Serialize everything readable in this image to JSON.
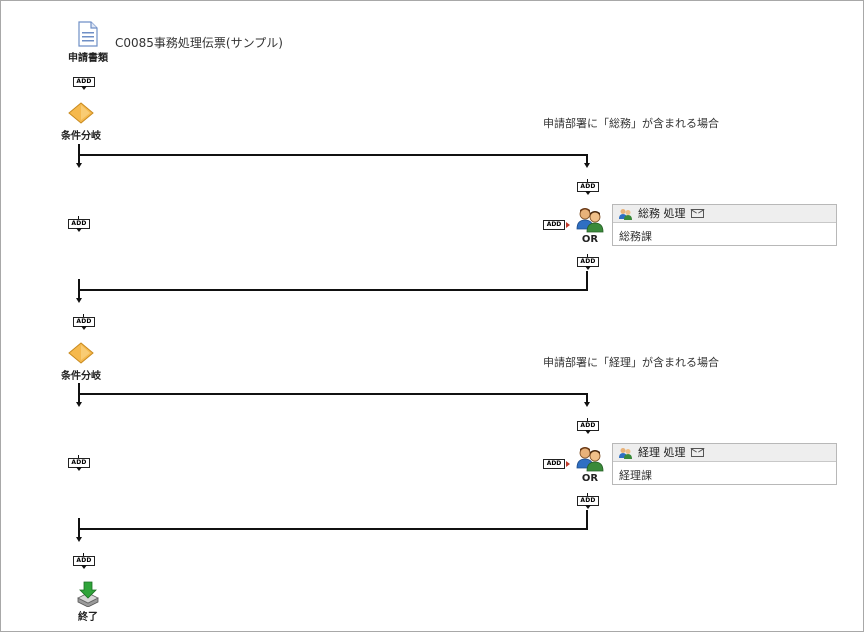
{
  "document": {
    "label": "申請書類",
    "title": "C0085事務処理伝票(サンプル)"
  },
  "add_label": "ADD",
  "branches": [
    {
      "node_label": "条件分岐",
      "condition": "申請部署に「総務」が含まれる場合",
      "approval": {
        "type_label": "OR",
        "panel_title": "総務 処理",
        "panel_body": "総務課"
      }
    },
    {
      "node_label": "条件分岐",
      "condition": "申請部署に「経理」が含まれる場合",
      "approval": {
        "type_label": "OR",
        "panel_title": "経理 処理",
        "panel_body": "経理課"
      }
    }
  ],
  "end": {
    "label": "終了"
  },
  "colors": {
    "diamond": "#f5b94e",
    "doc_icon": "#6f8fc6",
    "end_arrow": "#2fa43a",
    "add_arrow_right": "#c0392b"
  }
}
